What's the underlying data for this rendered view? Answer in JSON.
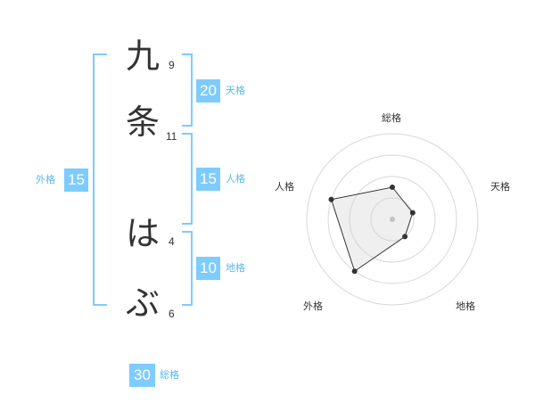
{
  "name": {
    "chars": [
      "九",
      "条",
      "は",
      "ぶ"
    ],
    "strokes": [
      "9",
      "11",
      "4",
      "6"
    ]
  },
  "kaku": {
    "tenkaku": {
      "value": "20",
      "label": "天格"
    },
    "jinkaku": {
      "value": "15",
      "label": "人格"
    },
    "chikaku": {
      "value": "10",
      "label": "地格"
    },
    "gaikaku": {
      "value": "15",
      "label": "外格"
    },
    "soukaku": {
      "value": "30",
      "label": "総格"
    }
  },
  "radar": {
    "labels": {
      "soukaku": "総格",
      "tenkaku": "天格",
      "chikaku": "地格",
      "gaikaku": "外格",
      "jinkaku": "人格"
    },
    "scale_max": 4,
    "scores": [
      1.5,
      1,
      1,
      3,
      3
    ]
  },
  "colors": {
    "accent": "#7ecbff",
    "label_text": "#58b8f0",
    "text": "#333333"
  }
}
